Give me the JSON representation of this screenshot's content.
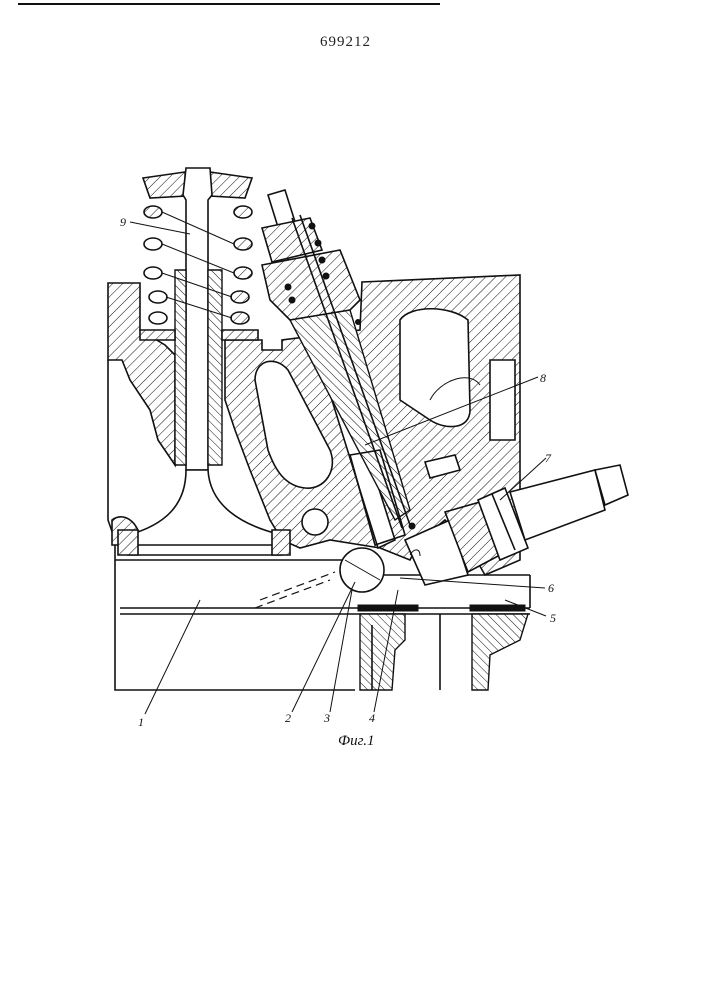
{
  "document": {
    "number": "699212",
    "figure_caption": "Фиг.1"
  },
  "callouts": {
    "c1": "1",
    "c2": "2",
    "c3": "3",
    "c4": "4",
    "c5": "5",
    "c6": "6",
    "c7": "7",
    "c8": "8",
    "c9": "9"
  },
  "colors": {
    "ink": "#111111",
    "paper": "#ffffff"
  }
}
